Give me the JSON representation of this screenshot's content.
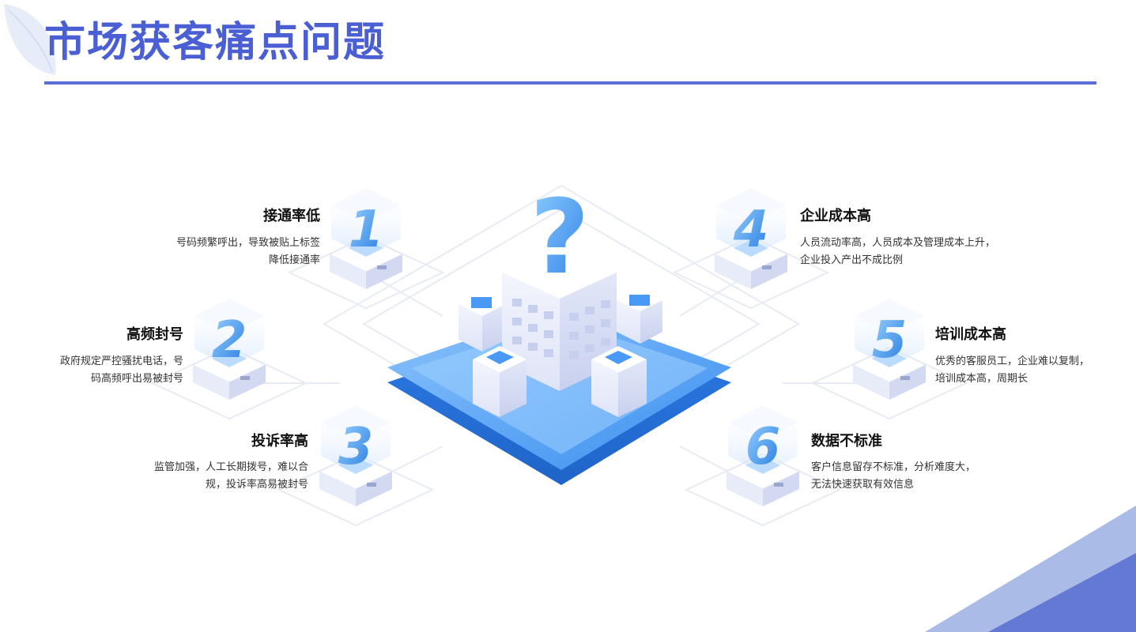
{
  "title": "市场获客痛点问题",
  "items": [
    {
      "number": "1",
      "title": "接通率低",
      "desc_line1": "号码频繁呼出，导致被贴上标签",
      "desc_line2": "降低接通率"
    },
    {
      "number": "2",
      "title": "高频封号",
      "desc_line1": "政府规定严控骚扰电话，号",
      "desc_line2": "码高频呼出易被封号"
    },
    {
      "number": "3",
      "title": "投诉率高",
      "desc_line1": "监管加强，人工长期拨号，难以合",
      "desc_line2": "规，投诉率高易被封号"
    },
    {
      "number": "4",
      "title": "企业成本高",
      "desc_line1": "人员流动率高，人员成本及管理成本上升，",
      "desc_line2": "企业投入产出不成比例"
    },
    {
      "number": "5",
      "title": "培训成本高",
      "desc_line1": "优秀的客服员工，企业难以复制，",
      "desc_line2": "培训成本高，周期长"
    },
    {
      "number": "6",
      "title": "数据不标准",
      "desc_line1": "客户信息留存不标准，分析难度大，",
      "desc_line2": "无法快速获取有效信息"
    }
  ],
  "center_symbol": "?",
  "colors": {
    "accent": "#4a5fd3",
    "cube_blue": "#2f7fe6",
    "platform_blue": "#3a8ff0"
  }
}
